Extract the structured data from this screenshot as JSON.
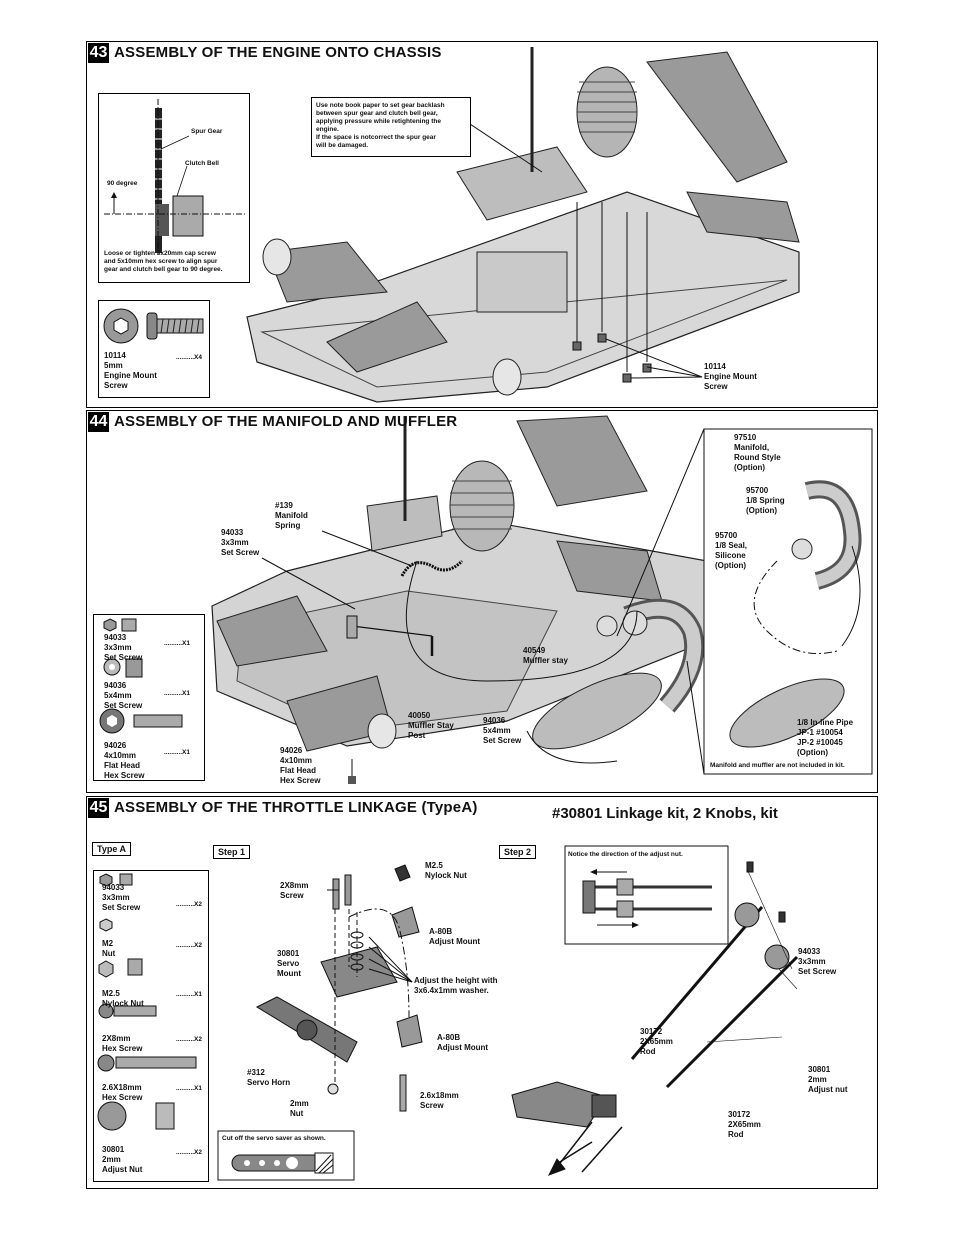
{
  "s43": {
    "num": "43",
    "title": "ASSEMBLY OF THE ENGINE ONTO CHASSIS",
    "spur_gear": "Spur Gear",
    "clutch_bell": "Clutch Bell",
    "deg90": "90 degree",
    "loose_note": "Loose or tighten 3x20mm cap screw\nand 5x10mm hex screw to align spur\ngear and clutch bell gear to 90 degree.",
    "paper_note": "Use note book paper to set gear backlash\nbetween spur gear and clutch bell gear,\napplying pressure while retightening the\nengine.\nIf the space is notcorrect the spur gear\nwill be damaged.",
    "part_label": "10114\n5mm\nEngine Mount\nScrew",
    "part_qty": "..........X4",
    "mount_label": "10114\nEngine Mount\nScrew"
  },
  "s44": {
    "num": "44",
    "title": "ASSEMBLY OF THE MANIFOLD AND MUFFLER",
    "parts": [
      {
        "label": "94033\n3x3mm\nSet Screw",
        "qty": "..........X1"
      },
      {
        "label": "94036\n5x4mm\nSet Screw",
        "qty": "..........X1"
      },
      {
        "label": "94026\n4x10mm\nFlat Head\nHex Screw",
        "qty": "..........X1"
      }
    ],
    "c139": "#139\nManifold\nSpring",
    "c94033": "94033\n3x3mm\nSet Screw",
    "c40549": "40549\nMuffler stay",
    "c40050": "40050\nMuffler Stay\nPost",
    "c94036": "94036\n5x4mm\nSet Screw",
    "c94026": "94026\n4x10mm\nFlat Head\nHex Screw",
    "c97510": "97510\nManifold,\nRound Style\n(Option)",
    "c95700a": "95700\n1/8 Spring\n(Option)",
    "c95700b": "95700\n1/8 Seal,\nSilicone\n(Option)",
    "c_inline": "1/8 In-line Pipe\nJP-1 #10054\nJP-2 #10045\n(Option)",
    "note": "Manifold and muffler are  not included in kit."
  },
  "s45": {
    "num": "45",
    "title": "ASSEMBLY OF THE THROTTLE LINKAGE (TypeA)",
    "kit": "#30801 Linkage kit, 2 Knobs, kit",
    "type_a": "Type A",
    "step1": "Step 1",
    "step2": "Step 2",
    "parts": [
      {
        "label": "94033\n3x3mm\nSet Screw",
        "qty": "..........X2"
      },
      {
        "label": "M2\nNut",
        "qty": "..........X2"
      },
      {
        "label": "M2.5\nNylock Nut",
        "qty": "..........X1"
      },
      {
        "label": "2X8mm\nHex Screw",
        "qty": "..........X2"
      },
      {
        "label": "2.6X18mm\nHex Screw",
        "qty": "..........X1"
      },
      {
        "label": "30801\n2mm\nAdjust Nut",
        "qty": "..........X2"
      }
    ],
    "c_2x8": "2X8mm\nScrew",
    "c_m25": "M2.5\nNylock Nut",
    "c_a80b1": "A-80B\nAdjust Mount",
    "c_30801": "30801\nServo\nMount",
    "c_height": "Adjust the height with\n3x6.4x1mm washer.",
    "c_a80b2": "A-80B\nAdjust Mount",
    "c_312": "#312\nServo Horn",
    "c_2mm": "2mm\nNut",
    "c_26x18": "2.6x18mm\nScrew",
    "cut_note": "Cut off the servo saver as shown.",
    "dir_note": "Notice the direction of the adjust nut.",
    "c_94033": "94033\n3x3mm\nSet Screw",
    "c_rod1": "30172\n2X65mm\nRod",
    "c_adjnut": "30801\n2mm\nAdjust nut",
    "c_rod2": "30172\n2X65mm\nRod"
  }
}
